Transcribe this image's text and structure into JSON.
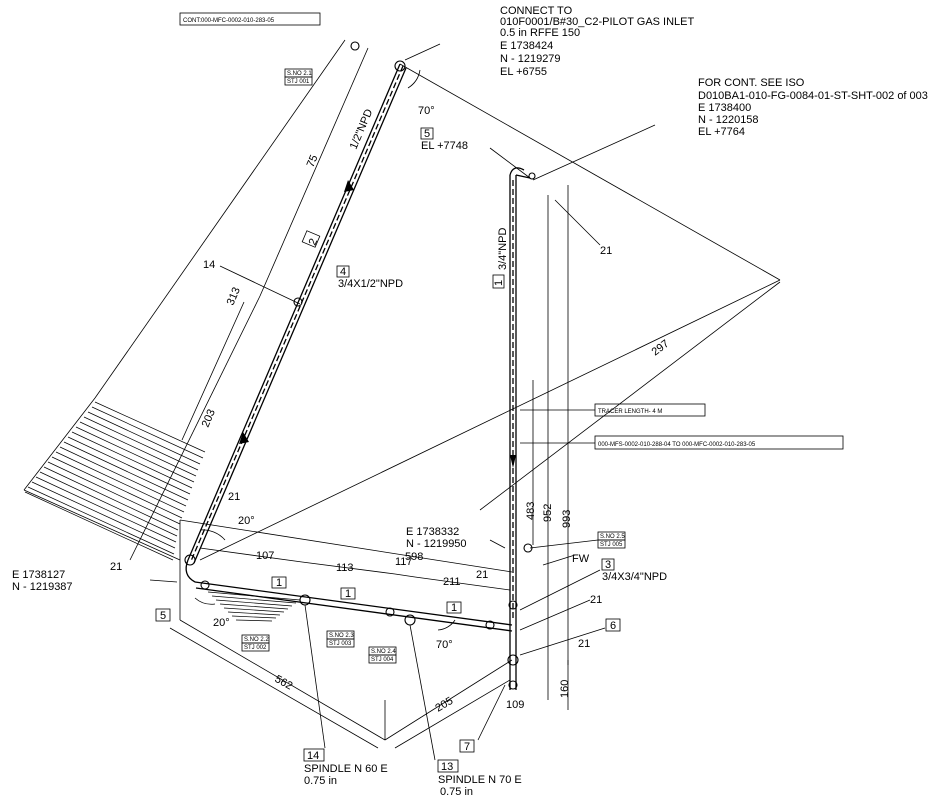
{
  "connect_to": {
    "line1": "CONNECT TO",
    "line2": "010F0001/B#30_C2-PILOT GAS INLET",
    "line3": "0.5 in RFFE 150",
    "line4": "E 1738424",
    "line5": "N - 1219279",
    "line6": "EL +6755"
  },
  "cont_iso": {
    "line1": "FOR CONT. SEE ISO",
    "line2": "D010BA1-010-FG-0084-01-ST-SHT-002 of 003",
    "line3": "E 1738400",
    "line4": "N - 1220158",
    "line5": "EL +7764"
  },
  "line_labels": {
    "cont_top": "CONT:000-MFC-0002-010-283-05",
    "tracer": "TRACER LENGTH- 4 M",
    "mfs": "000-MFS-0002-010-288-04 TO 000-MFC-0002-010-283-05"
  },
  "coords": {
    "left_e": "E 1738127",
    "left_n": "N - 1219387",
    "mid_e": "E 1738332",
    "mid_n": "N - 1219950"
  },
  "tags": {
    "t4": "4",
    "t4_desc": "3/4X1/2\"NPD",
    "t5a": "5",
    "t5a_el": "EL +7748",
    "t5b": "5",
    "t3": "3",
    "t3_desc": "3/4X3/4\"NPD",
    "t6": "6",
    "t7": "7",
    "t14": "14",
    "t14_desc1": "SPINDLE N 60 E",
    "t14_desc2": "0.75 in",
    "t13": "13",
    "t13_desc1": "SPINDLE N 70 E",
    "t13_desc2": "0.75 in",
    "fw": "FW"
  },
  "pipe_sizes": {
    "half": "1/2\"NPD",
    "three_quarter": "3/4\"NPD"
  },
  "spools": {
    "s1": "1",
    "s2": "2"
  },
  "dimensions": {
    "d75": "75",
    "d14": "14",
    "d313": "313",
    "d203": "203",
    "d21a": "21",
    "d21b": "21",
    "d21c": "21",
    "d21d": "21",
    "d21e": "21",
    "d21f": "21",
    "d107": "107",
    "d113": "113",
    "d117": "117",
    "d598": "598",
    "d211": "211",
    "d297": "297",
    "d483": "483",
    "d952": "952",
    "d993": "993",
    "d160": "160",
    "d109": "109",
    "d205": "205",
    "d562": "562"
  },
  "angles": {
    "a70_top": "70°",
    "a20_up": "20°",
    "a20_down": "20°",
    "a70_bottom": "70°"
  },
  "welds": {
    "w1_sno": "S.NO 2.1",
    "w1_stj": "STJ 001",
    "w2_sno": "S.NO 2.2",
    "w2_stj": "STJ 002",
    "w3_sno": "S.NO 2.3",
    "w3_stj": "STJ 003",
    "w4_sno": "S.NO 2.4",
    "w4_stj": "STJ 004",
    "w5_sno": "S.NO 2.5",
    "w5_stj": "STJ 005"
  }
}
